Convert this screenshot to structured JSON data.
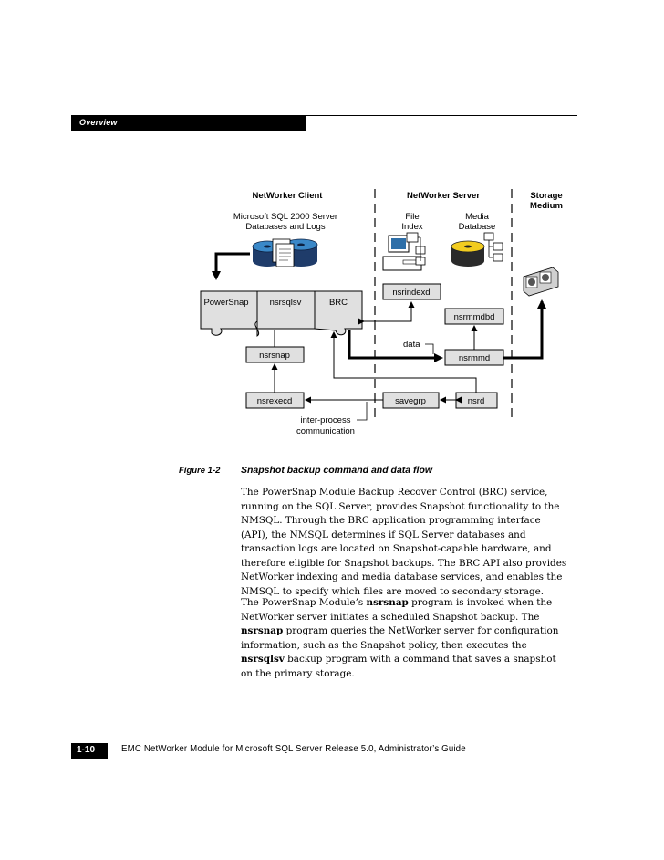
{
  "header": {
    "section_title": "Overview"
  },
  "diagram": {
    "headers": {
      "client": "NetWorker Client",
      "server": "NetWorker Server",
      "storage_line1": "Storage",
      "storage_line2": "Medium"
    },
    "captions": {
      "sql_line1": "Microsoft SQL 2000 Server",
      "sql_line2": "Databases and Logs",
      "file_line1": "File",
      "file_line2": "Index",
      "media_line1": "Media",
      "media_line2": "Database"
    },
    "puzzle_labels": {
      "powersnap": "PowerSnap",
      "nsrsqlsv": "nsrsqlsv",
      "brc": "BRC"
    },
    "boxes": {
      "nsrsnap": "nsrsnap",
      "nsrexecd": "nsrexecd",
      "nsrindexd": "nsrindexd",
      "nsrmmdbd": "nsrmmdbd",
      "nsrmmd": "nsrmmd",
      "savegrp": "savegrp",
      "nsrd": "nsrd"
    },
    "annotations": {
      "data": "data",
      "ipc_line1": "inter-process",
      "ipc_line2": "communication"
    }
  },
  "figure": {
    "label": "Figure 1-2",
    "title": "Snapshot backup command and data flow"
  },
  "body": {
    "para1": "The PowerSnap Module Backup Recover Control (BRC) service, running on the SQL Server, provides Snapshot functionality to the NMSQL. Through the BRC application programming interface (API), the NMSQL determines if SQL Server databases and transaction logs are located on Snapshot-capable hardware, and therefore eligible for Snapshot backups. The BRC API also provides NetWorker indexing and media database services, and enables the NMSQL to specify which files are moved to secondary storage.",
    "para2": {
      "t1": "The PowerSnap Module’s ",
      "b1": "nsrsnap",
      "t2": " program is invoked when the NetWorker server initiates a scheduled Snapshot backup. The ",
      "b2": "nsrsnap",
      "t3": " program queries the NetWorker server for configuration information, such as the Snapshot policy, then executes the ",
      "b3": "nsrsqlsv",
      "t4": " backup program with a command that saves a snapshot on the primary storage."
    }
  },
  "footer": {
    "page_number": "1-10",
    "doc_title": "EMC NetWorker Module for Microsoft SQL Server Release 5.0, Administrator’s Guide"
  }
}
